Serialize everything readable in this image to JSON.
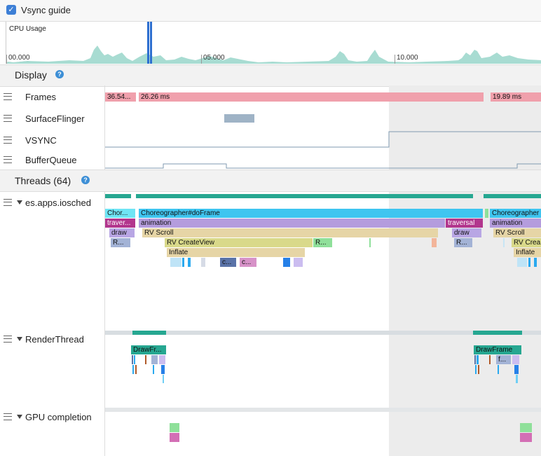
{
  "vsync_guide": {
    "label": "Vsync guide",
    "checked": true
  },
  "cpu": {
    "label": "CPU Usage",
    "ticks": [
      "00.000",
      "05.000",
      "10.000"
    ]
  },
  "display": {
    "title": "Display",
    "rows": {
      "frames": "Frames",
      "surfaceflinger": "SurfaceFlinger",
      "vsync": "VSYNC",
      "bufferqueue": "BufferQueue"
    },
    "frame_labels": [
      "36.54...",
      "26.26 ms",
      "19.89 ms"
    ]
  },
  "threads": {
    "title": "Threads (64)",
    "iosched": {
      "label": "es.apps.iosched",
      "slices": {
        "chor_short": "Chor...",
        "choreographer": "Choreographer#doFrame",
        "choreographer2": "Choreographer",
        "traver_short": "traver...",
        "animation": "animation",
        "traversal": "traversal",
        "animation2": "animation",
        "draw": "draw",
        "draw2": "draw",
        "r_short": "R...",
        "rv_scroll": "RV Scroll",
        "rv_scroll2": "RV Scroll",
        "r_short2": "R...",
        "rv_createview": "RV CreateView",
        "r_short3": "R...",
        "rv_crea2": "RV Crea",
        "inflate": "Inflate",
        "inflate2": "Inflate",
        "c1": "c...",
        "c2": "c..."
      }
    },
    "render": {
      "label": "RenderThread",
      "slices": {
        "drawfr": "DrawFr...",
        "drawframe": "DrawFrame",
        "f_short": "f..."
      }
    },
    "gpu": {
      "label": "GPU completion"
    }
  },
  "colors": {
    "accent": "#3d7fd6",
    "frames": "#f0a0ac",
    "teal": "#26a791",
    "cyan": "#3fc5f0",
    "purple": "#b49cdd",
    "magenta": "#b2368d",
    "tan": "#e6d5a6",
    "olive": "#d9d98a",
    "green": "#8fe09a",
    "pink": "#d36fb5"
  }
}
